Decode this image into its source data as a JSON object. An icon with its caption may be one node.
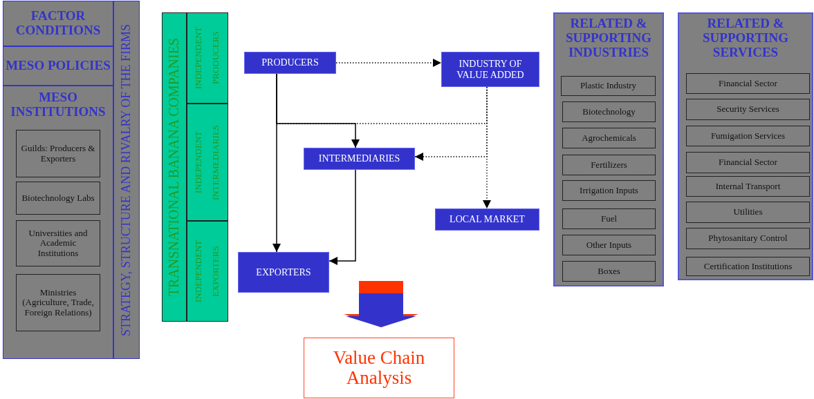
{
  "diagram": {
    "nodes": [
      {
        "text": [
          "FACTOR CONDITIONS"
        ]
      },
      {
        "text": [
          "MESO POLICIES"
        ]
      },
      {
        "text": [
          "MESO INSTITUTIONS"
        ]
      },
      {
        "text": [
          "Guilds: Producers & Exporters"
        ],
        "in": 2
      },
      {
        "text": [
          "Biotechnology Labs"
        ],
        "in": 2
      },
      {
        "text": [
          "Universities and Academic Institutions"
        ],
        "in": 2
      },
      {
        "text": [
          "Ministries (Agriculture, Trade, Foreign Relations)"
        ],
        "in": 2
      },
      {
        "text": [
          "STRATEGY, STRUCTURE AND RIVALRY OF THE FIRMS"
        ]
      },
      {
        "text": [
          "TRANSNATIONAL BANANA COMPANIES"
        ]
      },
      {
        "text": [
          "INDEPENDENT PRODUCERS"
        ]
      },
      {
        "text": [
          "INDEPENDENT INTERMEDIARIES"
        ]
      },
      {
        "text": [
          "INDEPENDENT EXPORTERS"
        ]
      },
      {
        "text": [
          "PRODUCERS"
        ]
      },
      {
        "text": [
          "INDUSTRY OF VALUE ADDED"
        ]
      },
      {
        "text": [
          "INTERMEDIARIES"
        ]
      },
      {
        "text": [
          "LOCAL MARKET"
        ]
      },
      {
        "text": [
          "EXPORTERS"
        ]
      },
      {
        "text": [],
        "shape": "arrow"
      },
      {
        "text": [
          "Value Chain Analysis"
        ]
      },
      {
        "text": [
          "RELATED & SUPPORTING INDUSTRIES"
        ]
      },
      {
        "text": [
          "Plastic Industry"
        ],
        "in": 19
      },
      {
        "text": [
          "Biotechnology"
        ],
        "in": 19
      },
      {
        "text": [
          "Agrochemicals"
        ],
        "in": 19
      },
      {
        "text": [
          "Fertilizers"
        ],
        "in": 19
      },
      {
        "text": [
          "Irrigation Inputs"
        ],
        "in": 19
      },
      {
        "text": [
          "Fuel"
        ],
        "in": 19
      },
      {
        "text": [
          "Other Inputs"
        ],
        "in": 19
      },
      {
        "text": [
          "Boxes"
        ],
        "in": 19
      },
      {
        "text": [
          "RELATED & SUPPORTING SERVICES"
        ]
      },
      {
        "text": [
          "Financial Sector"
        ],
        "in": 28
      },
      {
        "text": [
          "Security Services"
        ],
        "in": 28
      },
      {
        "text": [
          "Fumigation Services"
        ],
        "in": 28
      },
      {
        "text": [
          "Financial Sector"
        ],
        "in": 28
      },
      {
        "text": [
          "Internal Transport"
        ],
        "in": 28
      },
      {
        "text": [
          "Utilities"
        ],
        "in": 28
      },
      {
        "text": [
          "Phytosanitary Control"
        ],
        "in": 28
      },
      {
        "text": [
          "Certification Institutions"
        ],
        "in": 28
      }
    ],
    "edges": [
      {
        "from": 12,
        "to": 13,
        "arrow": "to",
        "style": "dashed"
      },
      {
        "from": 12,
        "to": 16,
        "arrow": "to"
      },
      {
        "from": 12,
        "to": 14,
        "arrow": "to"
      },
      {
        "from": 14,
        "to": 16,
        "arrow": "to"
      },
      {
        "from": 12,
        "to": 13,
        "arrow": "none",
        "style": "dashed"
      },
      {
        "from": 13,
        "to": 14,
        "arrow": "to",
        "style": "dashed"
      },
      {
        "from": 13,
        "to": 15,
        "arrow": "to",
        "style": "dashed"
      }
    ]
  }
}
